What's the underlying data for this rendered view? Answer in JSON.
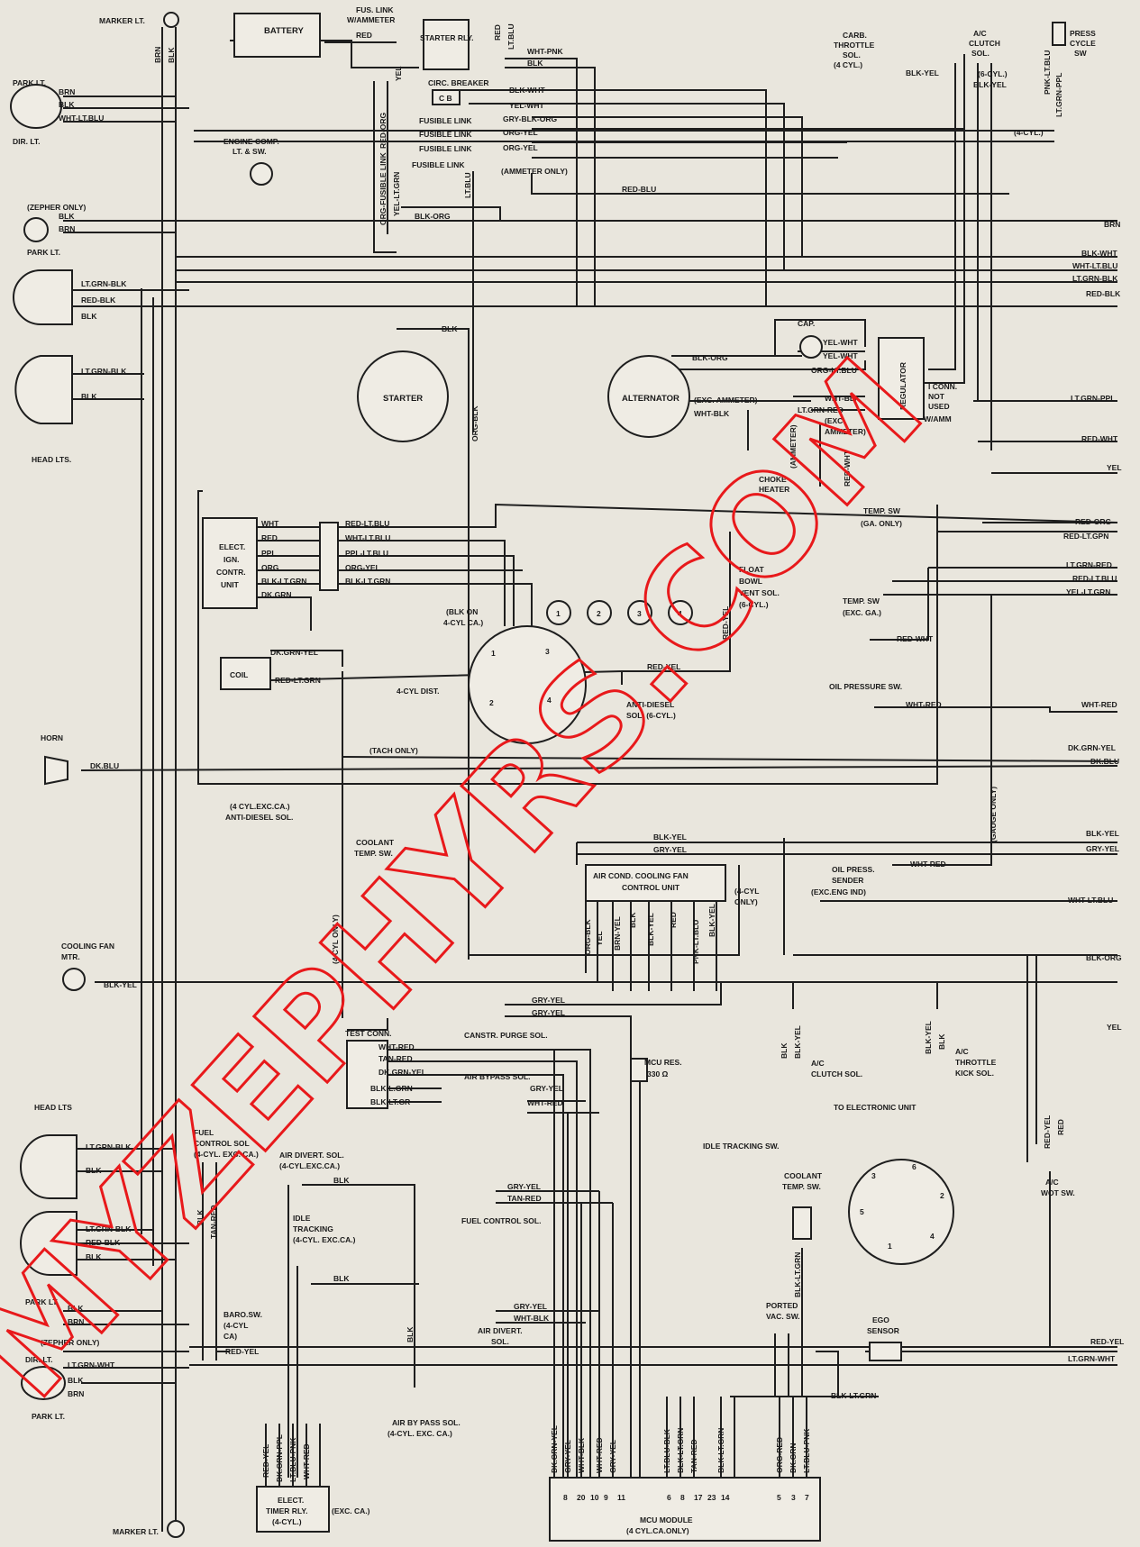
{
  "component_labels": {
    "marker_lt_top": "MARKER LT.",
    "battery": "BATTERY",
    "fus_link": "FUS. LINK",
    "w_ammeter": "W/AMMETER",
    "starter_rly": "STARTER RLY.",
    "circ_breaker": "CIRC. BREAKER",
    "cb": "C B",
    "carb_throttle_sol": [
      "CARB.",
      "THROTTLE",
      "SOL.",
      "(4 CYL.)"
    ],
    "ac_clutch_sol_top": [
      "A/C",
      "CLUTCH",
      "SOL."
    ],
    "press_cycle_sw": [
      "PRESS",
      "CYCLE",
      "SW"
    ],
    "six_cyl": "(6-CYL.)",
    "four_cyl_top": "(4-CYL.)",
    "park_lt_1": "PARK LT.",
    "dir_lt_1": "DIR. LT.",
    "engine_comp": [
      "ENGINE COMP.",
      "LT. & SW."
    ],
    "fusible_link_1": "FUSIBLE LINK",
    "fusible_link_2": "FUSIBLE LINK",
    "fusible_link_3": "FUSIBLE LINK",
    "fusible_link_4": "FUSIBLE LINK",
    "ammeter_only_top": "(AMMETER ONLY)",
    "zephyr_only_top": "(ZEPHER ONLY)",
    "park_lt_2": "PARK LT.",
    "head_lts_top": "HEAD LTS.",
    "starter": "STARTER",
    "alternator": "ALTERNATOR",
    "exc_ammeter": "(EXC. AMMETER)",
    "cap": "CAP.",
    "regulator": "REGULATOR",
    "i_conn": [
      "I CONN.",
      "NOT",
      "USED",
      "W/AMM"
    ],
    "exc_ammeter_2": [
      "(EXC",
      "AMMETER)"
    ],
    "ammeter_vert": "(AMMETER)",
    "choke_heater": [
      "CHOKE",
      "HEATER"
    ],
    "temp_sw_ga": [
      "TEMP. SW",
      "(GA. ONLY)"
    ],
    "elect_ign": [
      "ELECT.",
      "IGN.",
      "CONTR.",
      "UNIT"
    ],
    "float_bowl": [
      "FLOAT",
      "BOWL",
      "VENT SOL.",
      "(6-CYL.)"
    ],
    "blk_on_4cyl": [
      "(BLK ON",
      "4-CYL CA.)"
    ],
    "temp_sw_exc": [
      "TEMP. SW",
      "(EXC. GA.)"
    ],
    "coil": "COIL",
    "four_cyl_dist": "4-CYL DIST.",
    "anti_diesel_6cyl": [
      "ANTI-DIESEL",
      "SOL. (6-CYL.)"
    ],
    "oil_pressure_sw": "OIL PRESSURE SW.",
    "horn": "HORN",
    "tach_only": "(TACH ONLY)",
    "anti_diesel_4cyl": [
      "(4 CYL.EXC.CA.)",
      "ANTI-DIESEL SOL."
    ],
    "coolant_temp_sw_1": [
      "COOLANT",
      "TEMP. SW."
    ],
    "four_cyl_only_vert": "(4 CYL ONLY)",
    "gauge_only": "(GAUGE ONLY)",
    "ac_cooling_fan": [
      "AIR COND. COOLING FAN",
      "CONTROL UNIT"
    ],
    "four_cyl_only_2": [
      "(4-CYL",
      "ONLY)"
    ],
    "oil_press_sender": [
      "OIL PRESS.",
      "SENDER",
      "(EXC.ENG IND)"
    ],
    "cooling_fan_mtr": [
      "COOLING FAN",
      "MTR."
    ],
    "canstr_purge": "CANSTR. PURGE SOL.",
    "test_conn": "TEST CONN.",
    "mcu_res": [
      "MCU RES.",
      "330 Ω"
    ],
    "ac_clutch_sol_2": [
      "A/C",
      "CLUTCH SOL."
    ],
    "ac_throttle_kick": [
      "A/C",
      "THROTTLE",
      "KICK SOL."
    ],
    "air_bypass_sol": "AIR BYPASS SOL.",
    "to_electronic_unit": "TO ELECTRONIC UNIT",
    "idle_tracking_sw": "IDLE TRACKING SW.",
    "head_lts_bottom": "HEAD LTS",
    "fuel_control_sol_1": [
      "FUEL",
      "CONTROL SOL",
      "(4-CYL. EXC. CA.)"
    ],
    "air_divert_sol_1": [
      "AIR DIVERT. SOL.",
      "(4-CYL.EXC.CA.)"
    ],
    "coolant_temp_sw_2": [
      "COOLANT",
      "TEMP. SW."
    ],
    "ac_wot_sw": [
      "A/C",
      "WOT SW."
    ],
    "idle_tracking_4cyl": [
      "IDLE",
      "TRACKING",
      "(4-CYL. EXC.CA.)"
    ],
    "fuel_control_sol_2": "FUEL CONTROL SOL.",
    "ported_vac_sw": [
      "PORTED",
      "VAC. SW."
    ],
    "ego_sensor": [
      "EGO",
      "SENSOR"
    ],
    "baro_sw": [
      "BARO.SW.",
      "(4-CYL",
      "CA)"
    ],
    "park_lt_3": "PARK LT.",
    "zephyr_only_bottom": "(ZEPHER ONLY)",
    "dir_lt_2": "DIR. LT.",
    "park_lt_4": "PARK LT.",
    "air_divert_sol_2": [
      "AIR DIVERT.",
      "SOL."
    ],
    "air_by_pass_sol": [
      "AIR BY PASS SOL.",
      "(4-CYL. EXC. CA.)"
    ],
    "elect_timer_rly": [
      "ELECT.",
      "TIMER RLY.",
      "(4-CYL.)"
    ],
    "exc_ca": "(EXC. CA.)",
    "mcu_module": [
      "MCU MODULE",
      "(4 CYL.CA.ONLY)"
    ],
    "marker_lt_bottom": "MARKER LT."
  },
  "wire_colors": {
    "brn": "BRN",
    "blk": "BLK",
    "red": "RED",
    "yel": "YEL",
    "wht_pnk": "WHT-PNK",
    "blk_wht": "BLK-WHT",
    "yel_wht": "YEL-WHT",
    "gry_blk_org": "GRY-BLK-ORG",
    "org_yel": "ORG-YEL",
    "red_blu": "RED-BLU",
    "wht_lt_blu": "WHT-LT.BLU",
    "lt_grn_blk": "LT.GRN-BLK",
    "red_blk": "RED-BLK",
    "blk_org": "BLK-ORG",
    "red_org": "RED-ORG",
    "org_blk": "ORG-BLK",
    "yel_lt_grn": "YEL-LT.GRN",
    "blk_yel": "BLK-YEL",
    "pnk_lt_blu": "PNK-LT.BLU",
    "lt_grn_ppl": "LT.GRN-PPL",
    "org_lt_blu": "ORG-LT.BLU",
    "wht_blk": "WHT-BLK",
    "lt_grn_red": "LT.GRN-RED",
    "red_wht": "RED-WHT",
    "wht": "WHT",
    "ppl": "PPL",
    "org": "ORG",
    "blk_lt_grn": "BLK-LT.GRN",
    "dk_grn": "DK.GRN",
    "red_lt_blu": "RED-LT.BLU",
    "ppl_lt_blu": "PPL-LT.BLU",
    "red_lt_grn": "RED-LT.GRN",
    "red_lt_blu_2": "RED-LT.BLU",
    "dk_grn_yel": "DK.GRN-YEL",
    "dk_blu": "DK.BLU",
    "wht_red": "WHT-RED",
    "gry_yel": "GRY-YEL",
    "blk_lt_grn_2": "BLK-LT.GRN",
    "tan_red": "TAN-RED",
    "red_yel": "RED-YEL",
    "gry_yel_2": "GRY-YEL",
    "lt_grn_wht": "LT.GRN-WHT",
    "wht_blk_2": "WHT-BLK",
    "blk_lt_gr": "BLK-LT.GR",
    "blk_l_grn": "BLK-L.GRN",
    "wht_red_2": "WHT-RED",
    "brn_yel": "BRN-YEL",
    "lt_blu": "LT.BLU",
    "red_gpn": "RED-LT.GPN",
    "yel_lt_blu": "YEL-LT.BLU",
    "dk_grn_ppl": "DK.GRN-PPL",
    "lt_blu_pnk": "LT.BLU-PNK",
    "wht_red_3": "WHT-RED",
    "org_red": "ORG-RED",
    "dk_grn_3": "DK.GRN",
    "lt_blu_blk": "LT.BLU-BLK",
    "blk_yel_2": "BLK-YEL",
    "org_fusible": "ORG-FUSIBLE LINK",
    "red_org_2": "RED-ORG"
  },
  "connector_numbers": {
    "mcu_pins": [
      "8",
      "20",
      "10",
      "9",
      "11",
      "6",
      "8",
      "17",
      "23",
      "14",
      "5",
      "3",
      "7"
    ],
    "dist_4cyl_pins": [
      "1",
      "3",
      "2",
      "4"
    ],
    "firing_row": [
      "1",
      "2",
      "3",
      "4"
    ],
    "electronic_unit_pins": [
      "3",
      "6",
      "2",
      "4",
      "1",
      "5"
    ]
  },
  "watermark": "MYZEPHYRS.COM",
  "colors": {
    "paper": "#e9e6dd",
    "ink": "#1e1e1e",
    "watermark": "#e8191b"
  }
}
